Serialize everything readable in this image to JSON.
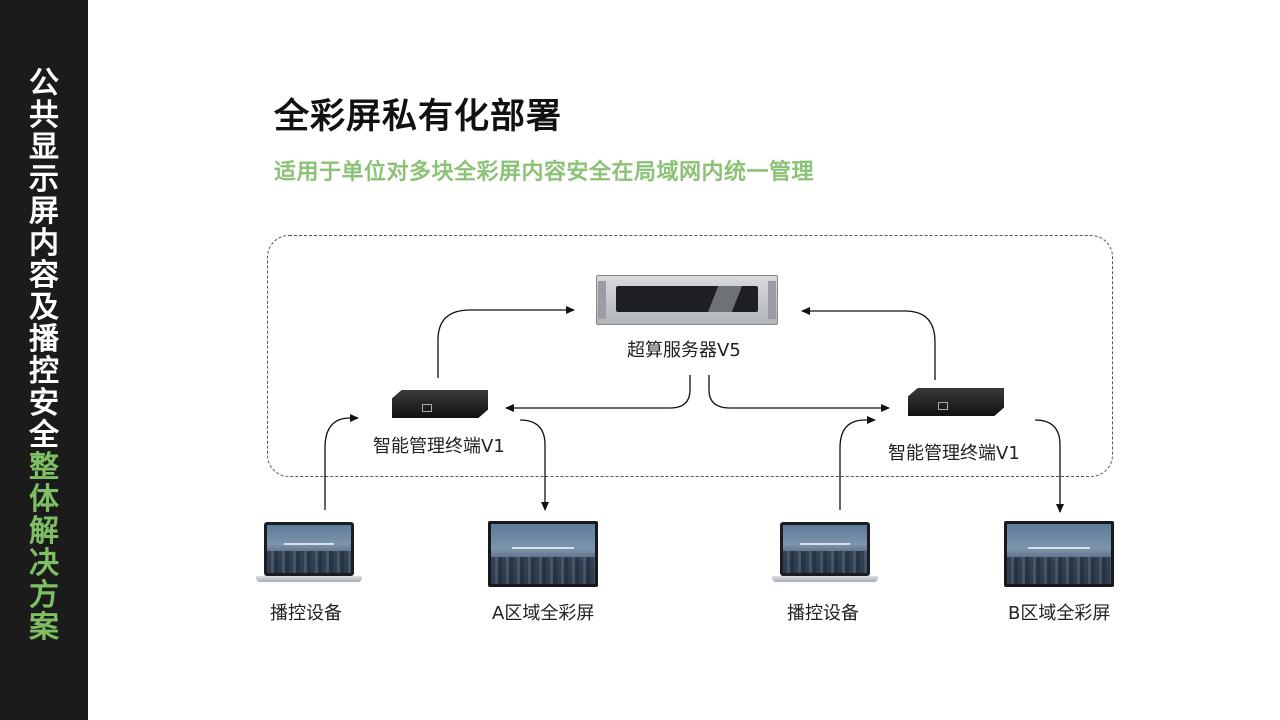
{
  "sidebar": {
    "white_chars": [
      "公",
      "共",
      "显",
      "示",
      "屏",
      "内",
      "容",
      "及",
      "播",
      "控",
      "安",
      "全"
    ],
    "green_chars": [
      "整",
      "体",
      "解",
      "决",
      "方",
      "案"
    ],
    "colors": {
      "background": "#1b1b1b",
      "white": "#ffffff",
      "green": "#7fbf63"
    }
  },
  "header": {
    "title": "全彩屏私有化部署",
    "subtitle": "适用于单位对多块全彩屏内容安全在局域网内统一管理"
  },
  "diagram": {
    "server_label": "超算服务器V5",
    "terminal_left_label": "智能管理终端V1",
    "terminal_right_label": "智能管理终端V1",
    "control_left_label": "播控设备",
    "screen_a_label": "A区域全彩屏",
    "control_right_label": "播控设备",
    "screen_b_label": "B区域全彩屏"
  },
  "colors": {
    "accent": "#8cc276",
    "text": "#111111"
  }
}
